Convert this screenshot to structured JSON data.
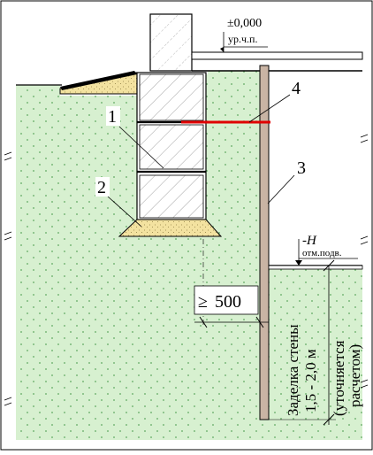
{
  "drawing": {
    "elevation_zero": {
      "value": "±0,000",
      "caption": "ур.ч.п."
    },
    "elevation_basement": {
      "value": "-H",
      "caption": "отм.подв."
    },
    "min_offset": {
      "value": "500",
      "prefix": "≥"
    },
    "callouts": [
      "1",
      "2",
      "3",
      "4"
    ],
    "embed_note": {
      "line1": "Заделка стены",
      "line2": "1,5 - 2,0 м",
      "line3": "(уточняется",
      "line4": "расчетом)"
    }
  },
  "colors": {
    "soil": "#d7f0d0",
    "soil_dots": "#5fa860",
    "sand": "#f3e2a0",
    "pile": "#c9b4a4",
    "anchor": "#e00000",
    "outline": "#000000"
  }
}
